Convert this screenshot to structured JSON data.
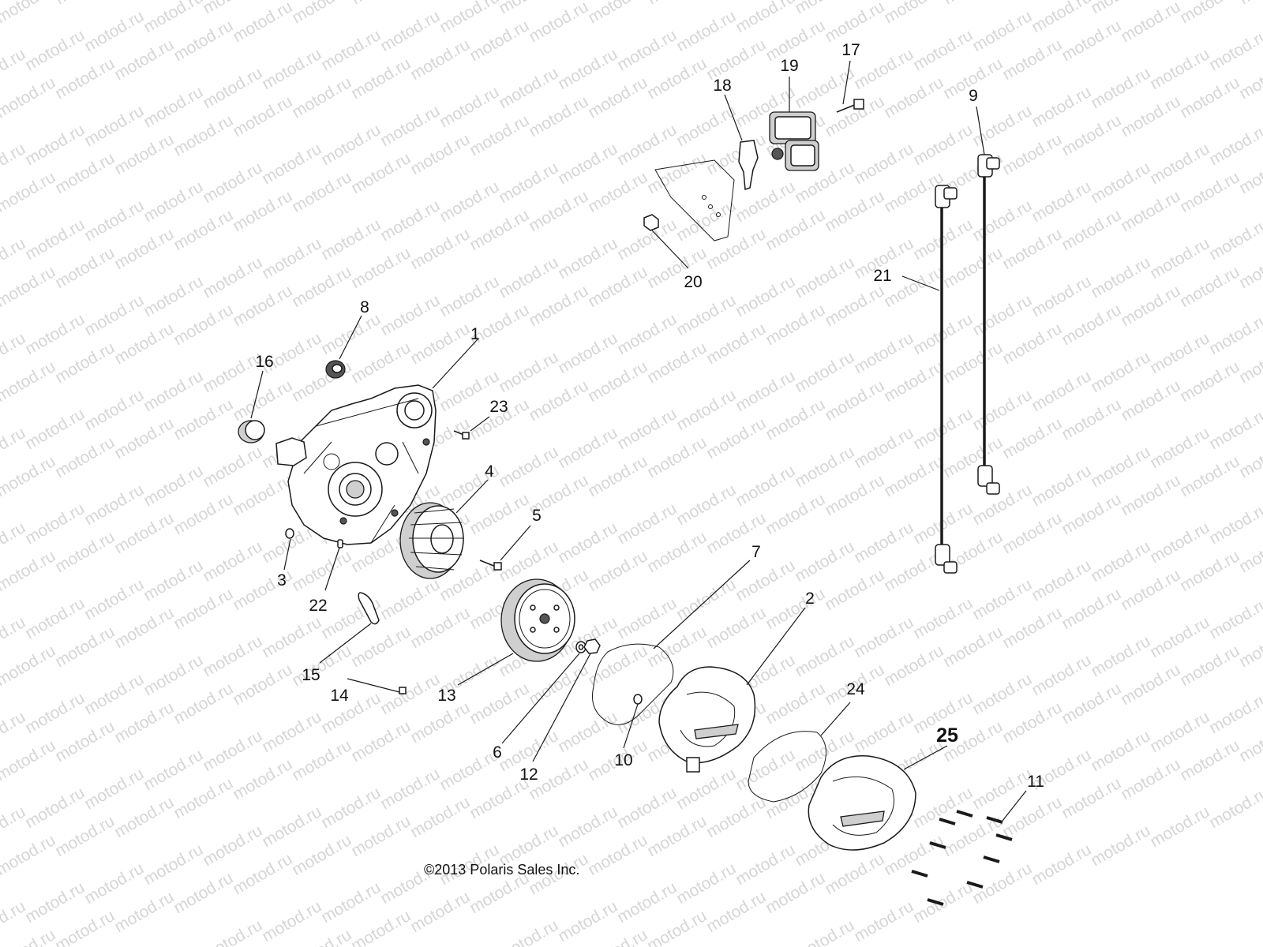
{
  "watermark": {
    "text": "motod.ru"
  },
  "copyright": "©2013 Polaris Sales Inc.",
  "callouts": [
    "1",
    "2",
    "3",
    "4",
    "5",
    "6",
    "7",
    "8",
    "9",
    "10",
    "11",
    "12",
    "13",
    "14",
    "15",
    "16",
    "17",
    "18",
    "19",
    "20",
    "21",
    "22",
    "23",
    "24",
    "25"
  ]
}
